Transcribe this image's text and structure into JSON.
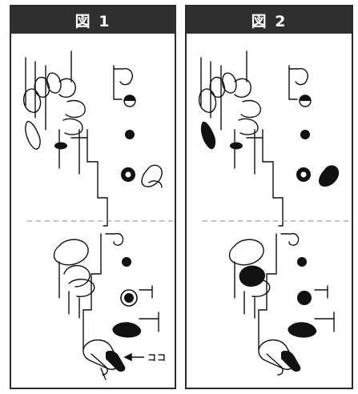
{
  "panels": [
    {
      "title": "図 1"
    },
    {
      "title": "図 2"
    }
  ],
  "annotation": {
    "label": "ココ"
  }
}
